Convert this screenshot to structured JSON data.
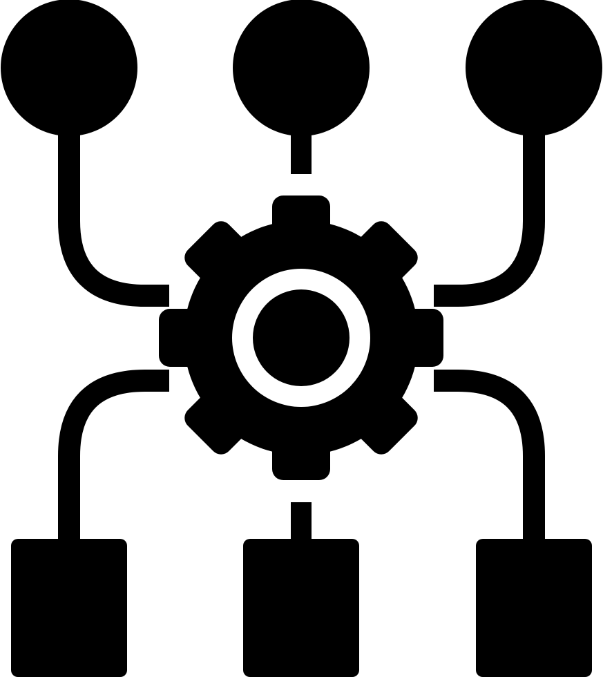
{
  "icon": {
    "name": "gear-hierarchy-icon",
    "foreground": "#000000",
    "background": "#ffffff",
    "inputs": [
      "circle-node",
      "circle-node",
      "circle-node"
    ],
    "hub": "gear",
    "outputs": [
      "square-node",
      "square-node",
      "square-node"
    ]
  }
}
